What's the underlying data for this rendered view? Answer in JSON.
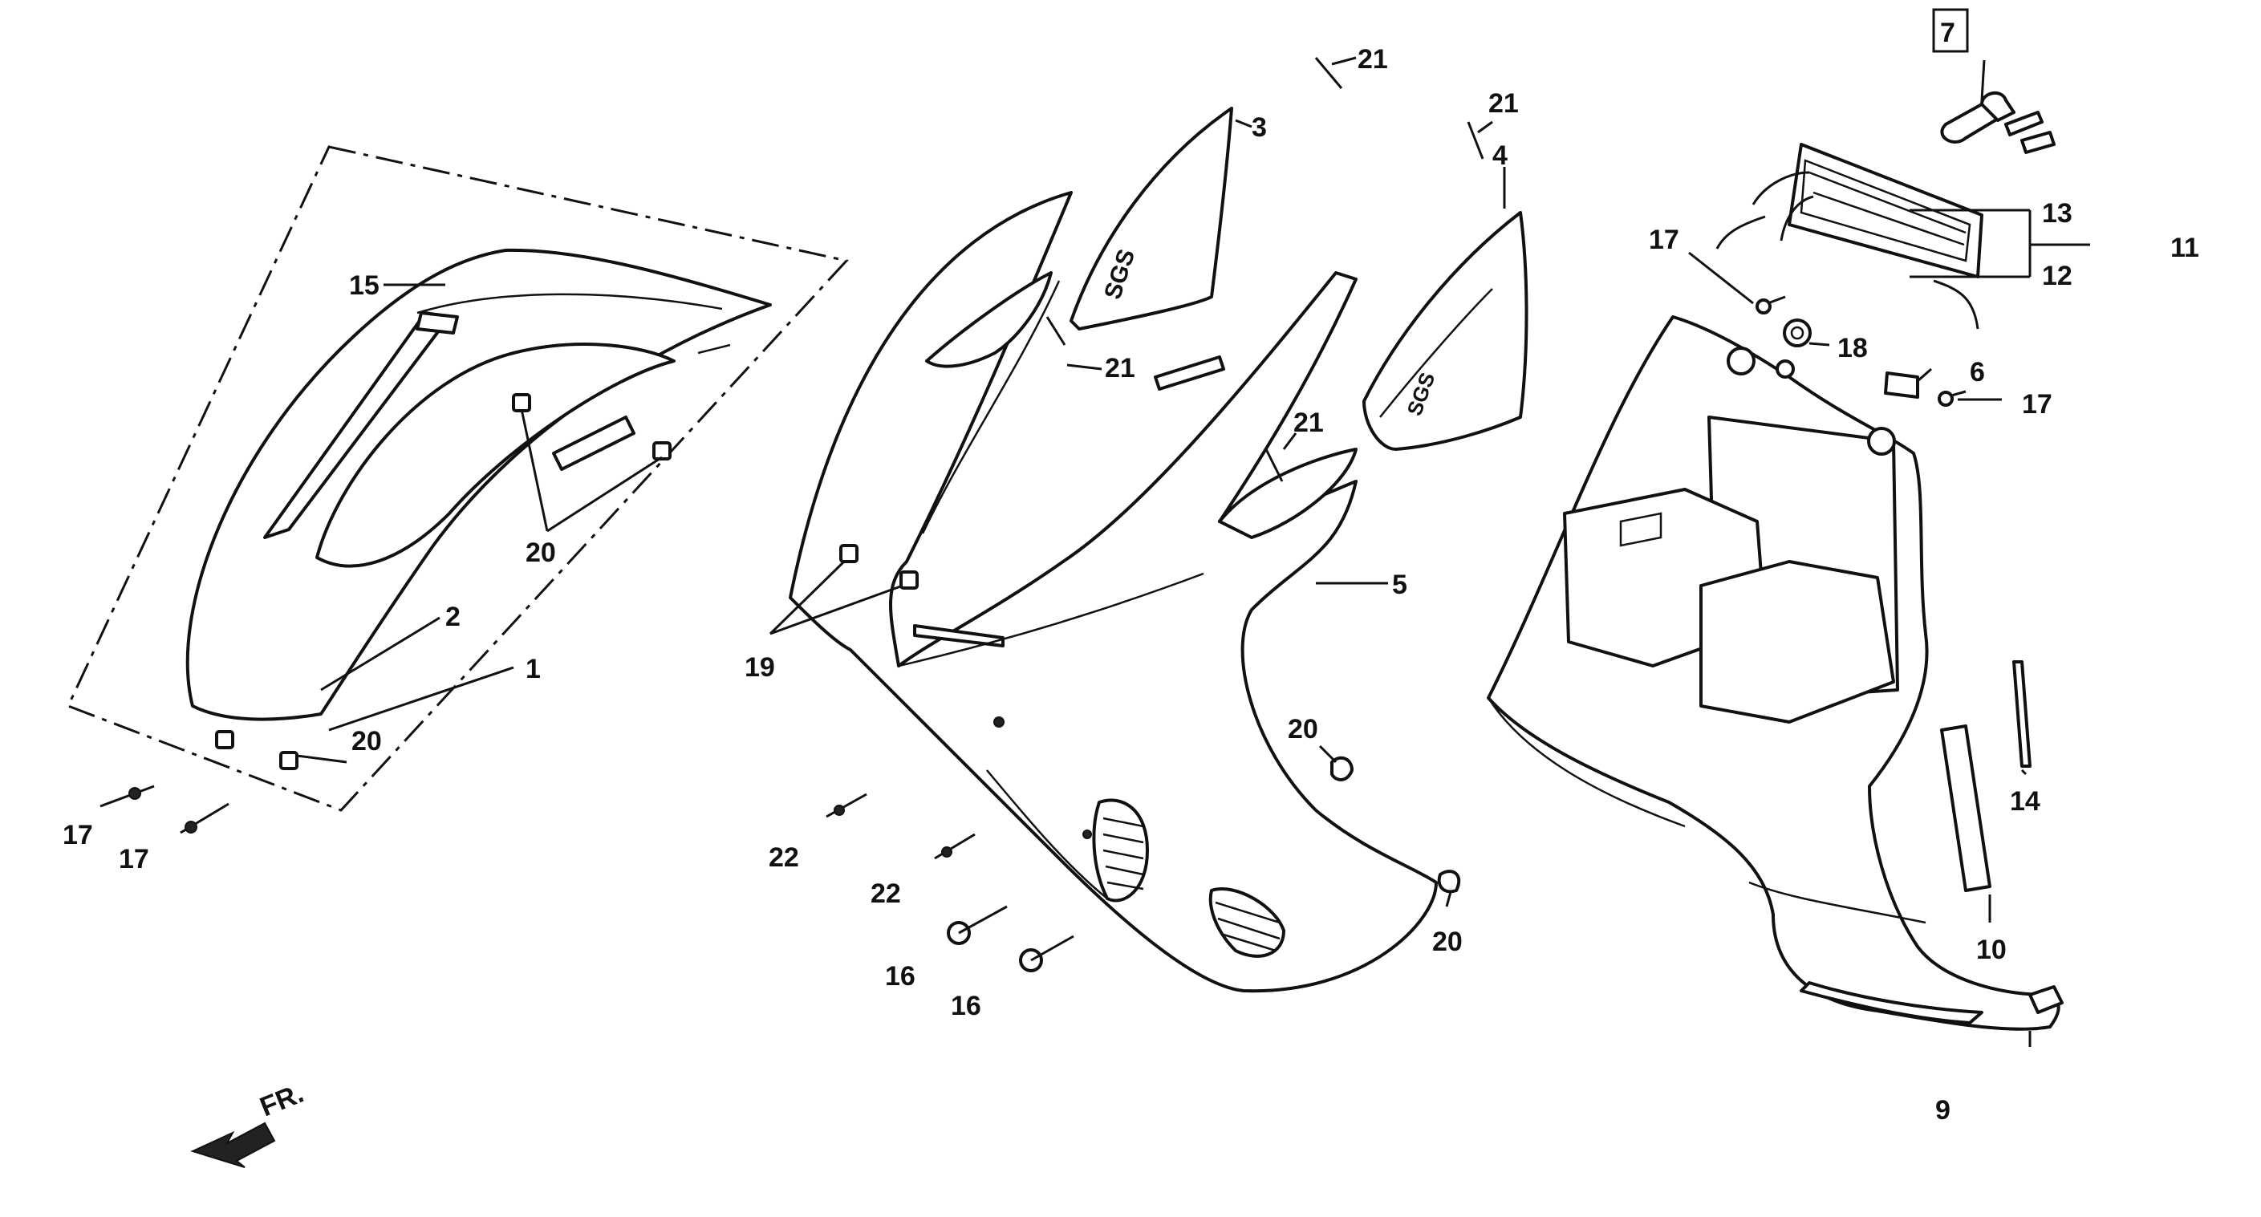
{
  "diagram": {
    "callouts": {
      "c1": "1",
      "c2": "2",
      "c3": "3",
      "c4": "4",
      "c5": "5",
      "c6": "6",
      "c7": "7",
      "c9": "9",
      "c10": "10",
      "c11": "11",
      "c12": "12",
      "c13": "13",
      "c14": "14",
      "c15": "15",
      "c16a": "16",
      "c16b": "16",
      "c17a": "17",
      "c17b": "17",
      "c17c": "17",
      "c17d": "17",
      "c18": "18",
      "c19": "19",
      "c20a": "20",
      "c20b": "20",
      "c20c": "20",
      "c20d": "20",
      "c21a": "21",
      "c21b": "21",
      "c21c": "21",
      "c21d": "21",
      "c22a": "22",
      "c22b": "22"
    },
    "decals": {
      "front_decal": "SGS",
      "side_decal": "SGS"
    },
    "direction_label": "FR."
  }
}
